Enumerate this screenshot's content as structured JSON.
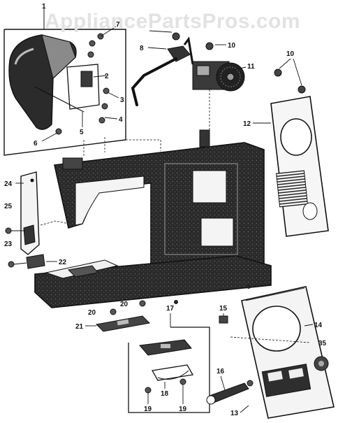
{
  "watermark": "AppliancePartsPros.com",
  "callouts": {
    "c1": "1",
    "c2": "2",
    "c3": "3",
    "c4": "4",
    "c5": "5",
    "c6": "6",
    "c7": "7",
    "c8": "8",
    "c10a": "10",
    "c10b": "10",
    "c11": "11",
    "c12": "12",
    "c13": "13",
    "c14": "14",
    "c15": "15",
    "c16": "16",
    "c17": "17",
    "c18": "18",
    "c19a": "19",
    "c19b": "19",
    "c20a": "20",
    "c20b": "20",
    "c21": "21",
    "c22": "22",
    "c23": "23",
    "c24": "24",
    "c25": "25",
    "c35": "35"
  },
  "colors": {
    "ink": "#111111",
    "body_fill": "#2a2a2a",
    "panel_fill": "#f4f4f4",
    "watermark": "#e2e2e2"
  }
}
